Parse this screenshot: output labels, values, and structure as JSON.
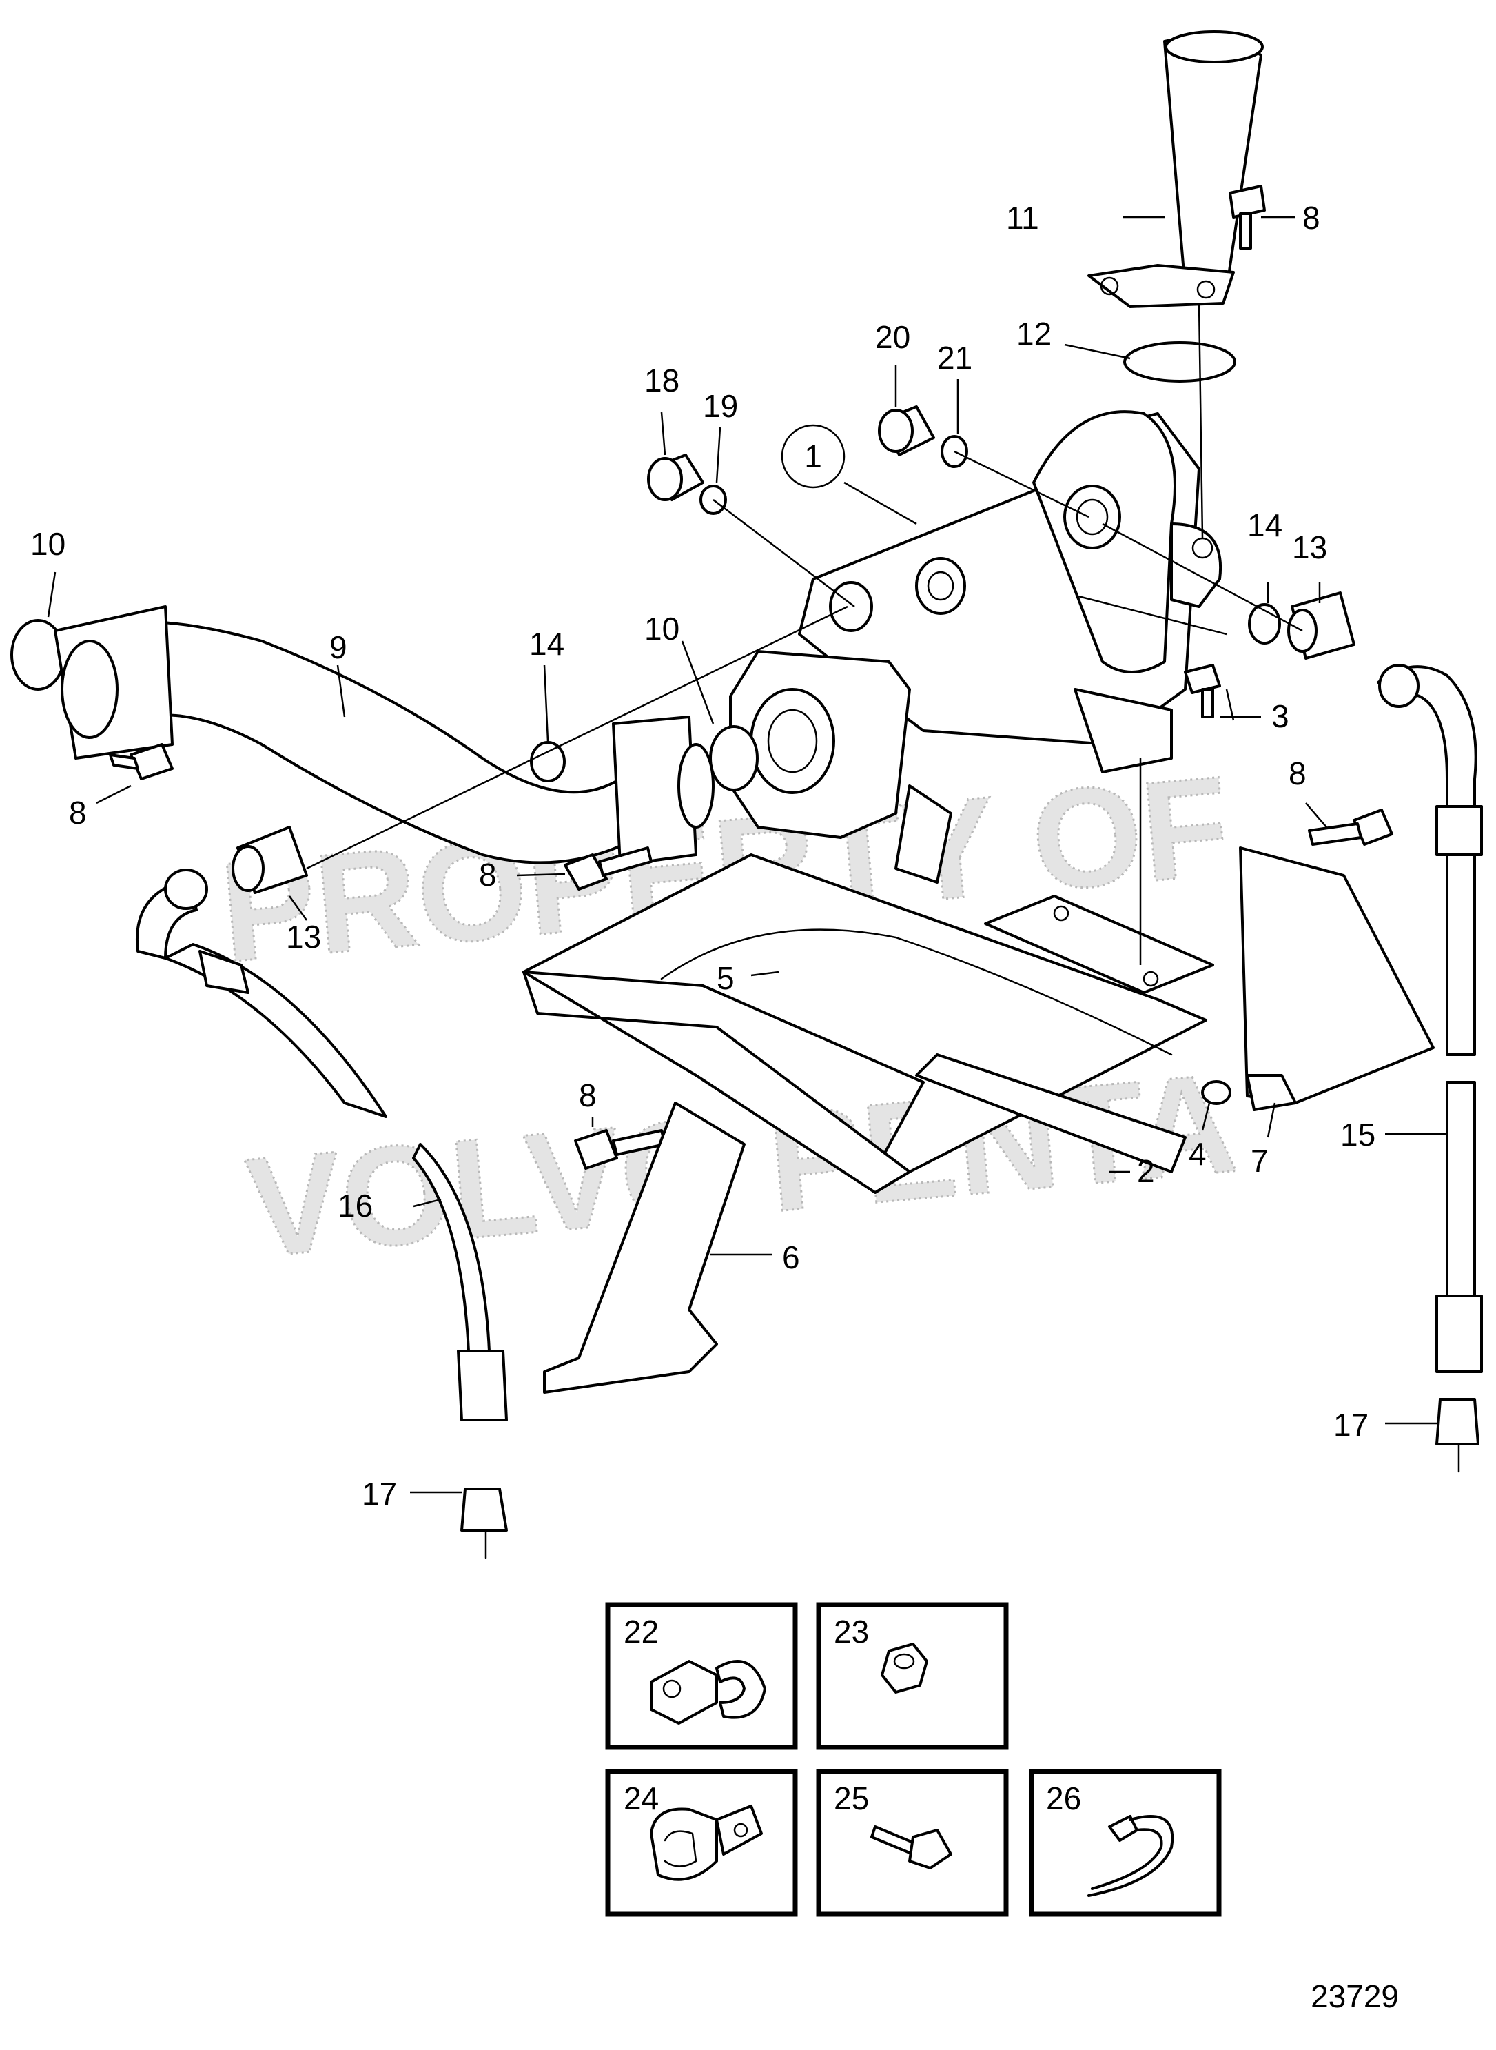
{
  "diagram": {
    "callouts": [
      "1",
      "2",
      "3",
      "4",
      "5",
      "6",
      "7",
      "8",
      "9",
      "10",
      "11",
      "12",
      "13",
      "14",
      "15",
      "16",
      "17",
      "18",
      "19",
      "20",
      "21",
      "22",
      "23",
      "24",
      "25",
      "26"
    ],
    "figure_number": "23729",
    "watermark": {
      "line1": "PROPERTY OF",
      "line2": "VOLVO PENTA"
    }
  }
}
